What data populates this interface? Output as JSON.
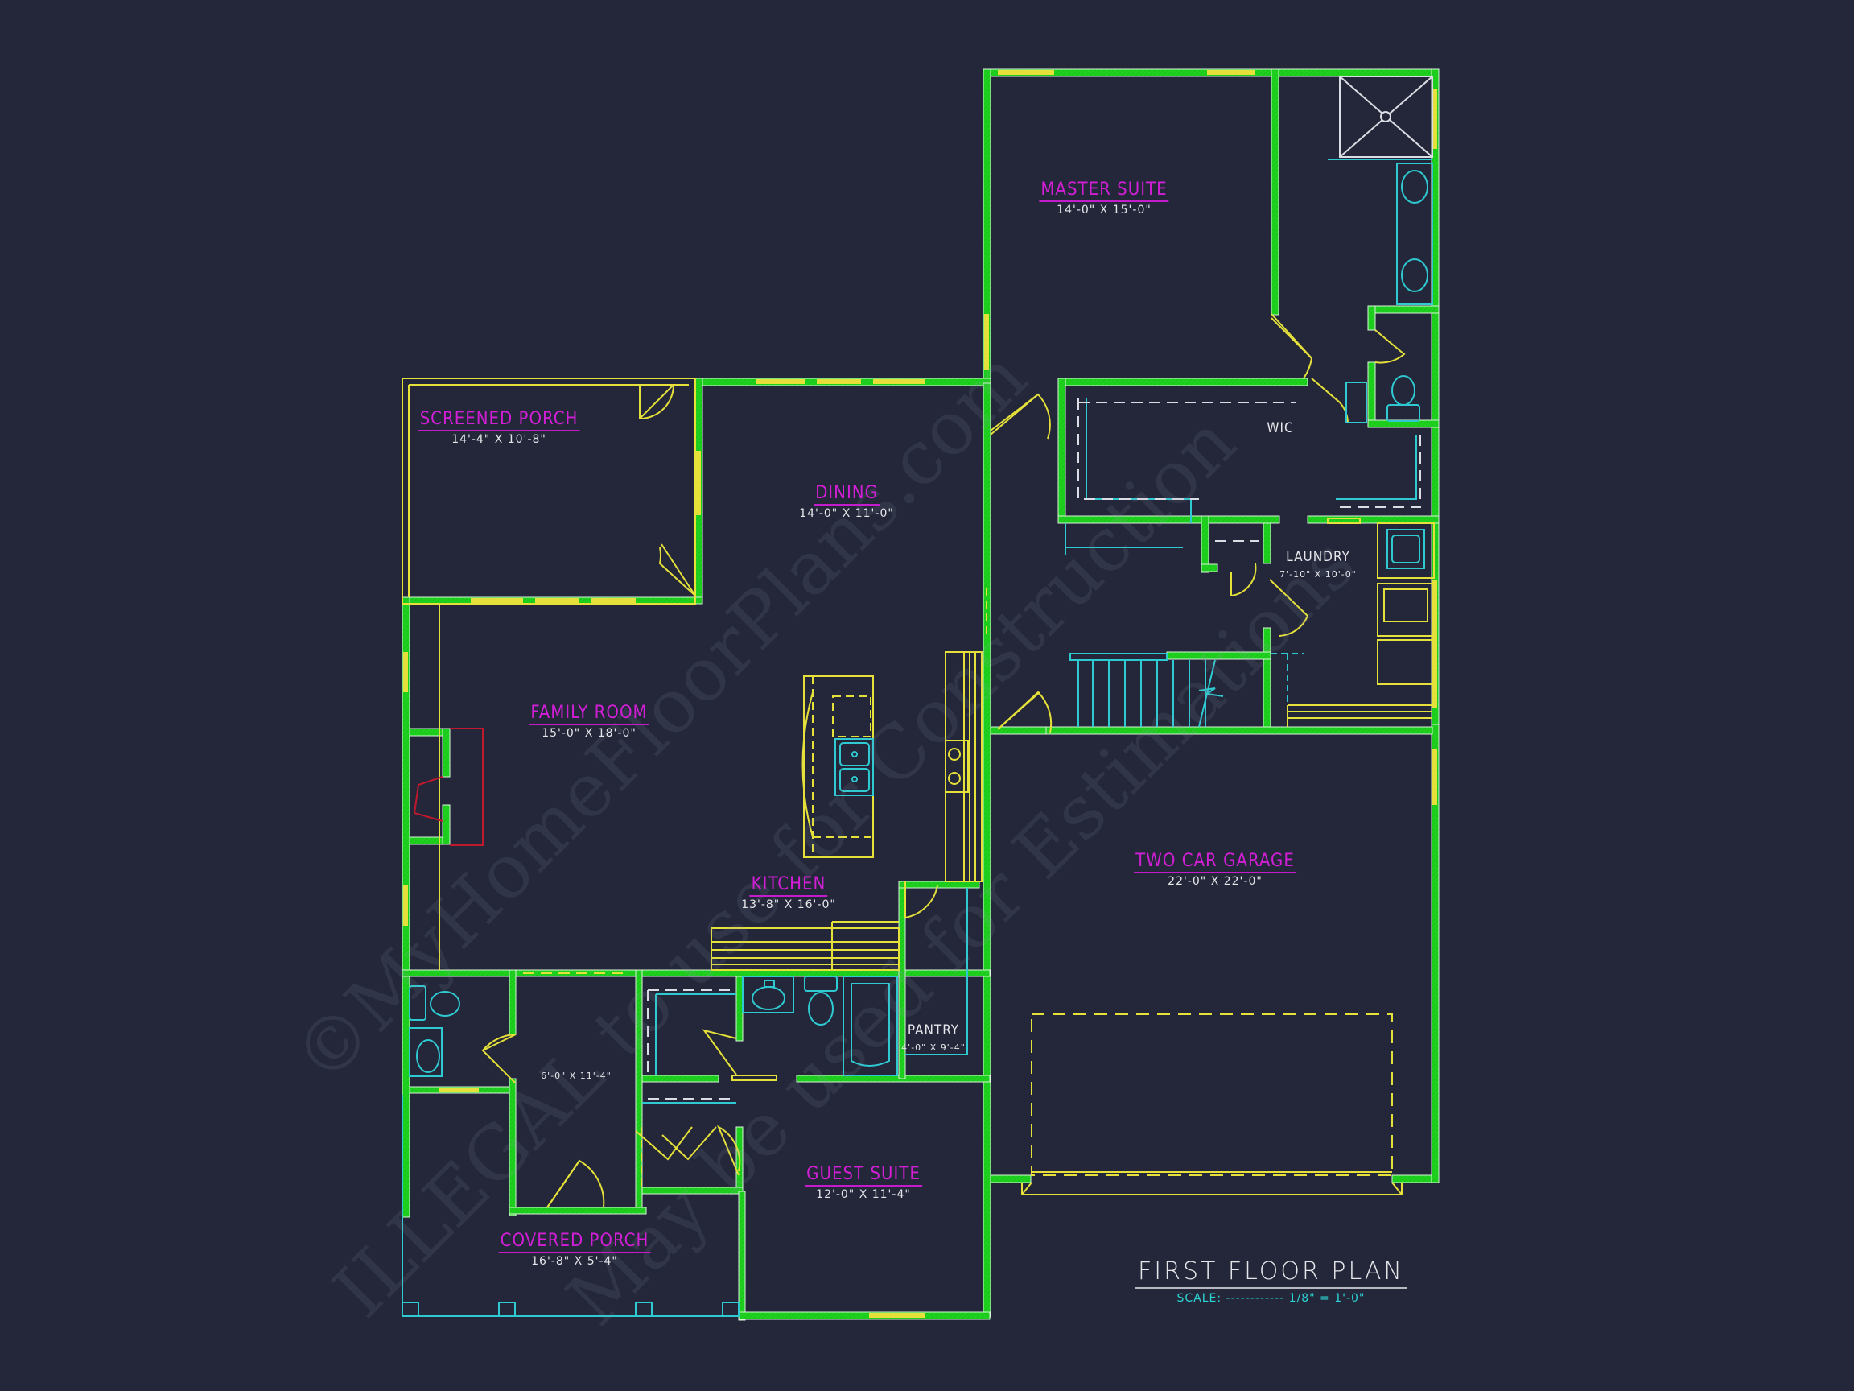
{
  "drawing": {
    "title": "FIRST FLOOR PLAN",
    "scale_label": "SCALE:",
    "scale_value": "------------ 1/8\" = 1'-0\"",
    "background_color": "#232739",
    "colors": {
      "wall": "#1fd11f",
      "wall_edge": "#d8f5d8",
      "fixture": "#2ec9d1",
      "door_window": "#e5e03a",
      "room_name": "#d21fd6",
      "dimension_text": "#e6e6ea",
      "fireplace": "#c0182c",
      "scale_text": "#2dd4d4"
    }
  },
  "rooms": [
    {
      "id": "master-suite",
      "name": "MASTER SUITE",
      "dims": "14'-0\" X 15'-0\""
    },
    {
      "id": "screened-porch",
      "name": "SCREENED PORCH",
      "dims": "14'-4\" X 10'-8\""
    },
    {
      "id": "dining",
      "name": "DINING",
      "dims": "14'-0\" X 11'-0\""
    },
    {
      "id": "family-room",
      "name": "FAMILY ROOM",
      "dims": "15'-0\" X 18'-0\""
    },
    {
      "id": "kitchen",
      "name": "KITCHEN",
      "dims": "13'-8\" X 16'-0\""
    },
    {
      "id": "two-car-garage",
      "name": "TWO CAR GARAGE",
      "dims": "22'-0\" X 22'-0\""
    },
    {
      "id": "guest-suite",
      "name": "GUEST SUITE",
      "dims": "12'-0\" X 11'-4\""
    },
    {
      "id": "covered-porch",
      "name": "COVERED PORCH",
      "dims": "16'-8\" X 5'-4\""
    }
  ],
  "minor_rooms": [
    {
      "id": "wic",
      "name": "WIC",
      "dims": ""
    },
    {
      "id": "laundry",
      "name": "LAUNDRY",
      "dims": "7'-10\" X 10'-0\""
    },
    {
      "id": "pantry",
      "name": "PANTRY",
      "dims": "4'-0\" X 9'-4\""
    },
    {
      "id": "foyer",
      "name": "",
      "dims": "6'-0\" X 11'-4\""
    }
  ],
  "watermarks": [
    "©MyHomeFloorPlans.com",
    "ILLEGAL to use for Construction",
    "May be used for Estimations"
  ]
}
